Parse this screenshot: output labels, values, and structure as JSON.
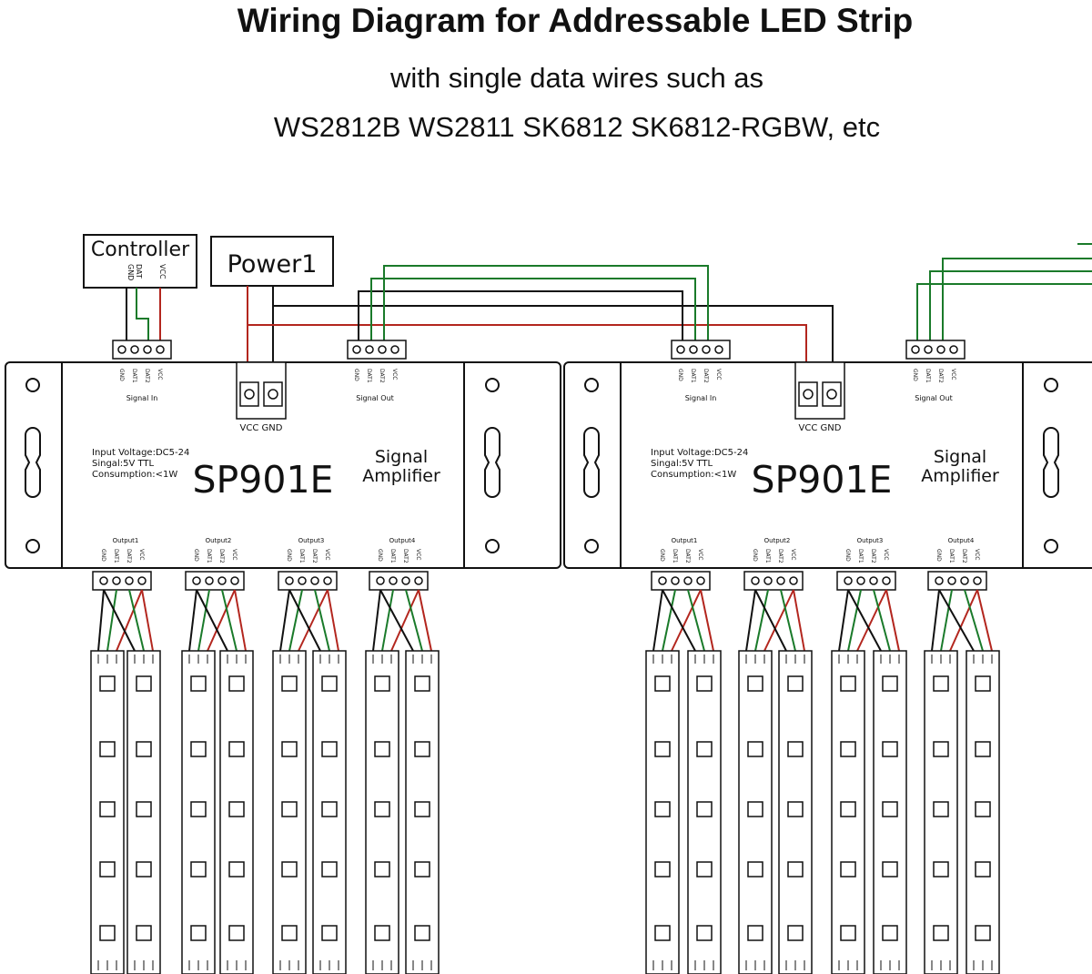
{
  "title": "Wiring Diagram for Addressable LED Strip",
  "subtitle1": "with single data wires such as",
  "subtitle2": "WS2812B WS2811 SK6812 SK6812-RGBW, etc",
  "controller": {
    "label": "Controller",
    "pins": [
      "GND",
      "DAT",
      "VCC"
    ]
  },
  "power": {
    "label": "Power1"
  },
  "amplifier": {
    "model": "SP901E",
    "name_line1": "Signal",
    "name_line2": "Amplifier",
    "spec_line1": "Input Voltage:DC5-24",
    "spec_line2": "Singal:5V TTL",
    "spec_line3": "Consumption:<1W",
    "signal_in": "Signal In",
    "signal_out": "Signal Out",
    "power_terminal": "VCC  GND",
    "pins": [
      "GND",
      "DAT1",
      "DAT2",
      "VCC"
    ],
    "outputs": [
      "Output1",
      "Output2",
      "Output3",
      "Output4"
    ]
  },
  "colors": {
    "wire_red": "#b3261e",
    "wire_green": "#1a7a2a",
    "wire_black": "#111111"
  }
}
